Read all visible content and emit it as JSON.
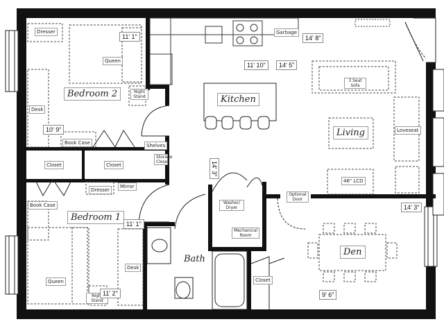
{
  "rooms": {
    "bedroom2": "Bedroom 2",
    "bedroom1": "Bedroom 1",
    "kitchen": "Kitchen",
    "living": "Living",
    "den": "Den",
    "bath": "Bath"
  },
  "fixtures": {
    "dresser_top": "Dresser",
    "queen_top": "Queen",
    "night_stand_top": "Night Stand",
    "desk_top": "Desk",
    "book_case_top": "Book Case",
    "closet_left": "Closet",
    "closet_mid": "Closet",
    "storage_closet": "Storage Closet",
    "shelves": "Shelves",
    "mirror": "Mirror",
    "dresser_bottom": "Dresser",
    "book_case_bottom": "Book Case",
    "queen_bottom": "Queen",
    "desk_bottom": "Desk",
    "night_stand_bottom": "Night Stand",
    "garbage": "Garbage",
    "sofa": "3 Seat Sofa",
    "loveseat": "Loveseat",
    "lcd": "46\" LCD",
    "optional_door": "Optional Door",
    "washer_dryer": "Washer/ Dryer",
    "mechanical_room": "Mechanical Room",
    "closet_bath": "Closet"
  },
  "dimensions": {
    "bed2_width": "11' 1\"",
    "bed2_length": "10' 9\"",
    "kitchen_a": "11' 10\"",
    "kitchen_b": "14' 5\"",
    "living_width": "14' 8\"",
    "hall": "14' 3\"",
    "bed1_width": "11' 1\"",
    "bed1_length": "11' 2\"",
    "den_width": "14' 3\"",
    "den_length": "9' 6\""
  }
}
